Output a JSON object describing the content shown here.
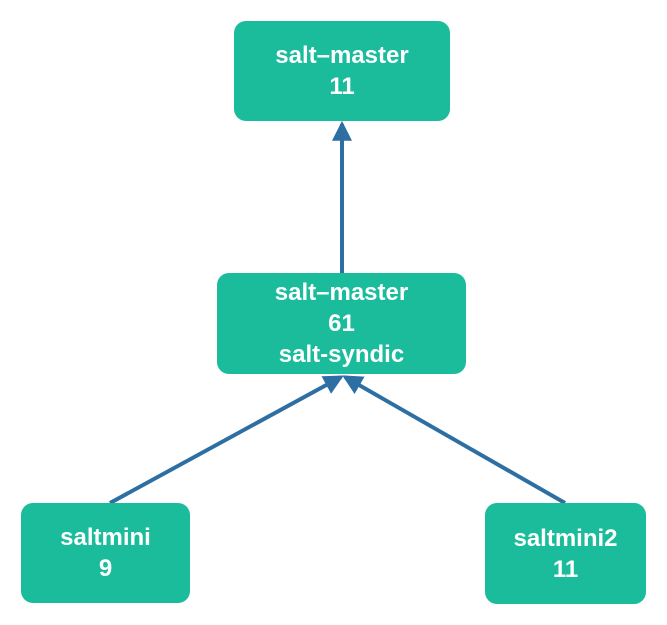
{
  "colors": {
    "node_fill": "#1abc9c",
    "node_text": "#ffffff",
    "edge": "#2e6fa3"
  },
  "nodes": {
    "top": {
      "lines": [
        "salt–master",
        "11"
      ]
    },
    "middle": {
      "lines": [
        "salt–master",
        "61",
        "salt-syndic"
      ]
    },
    "left": {
      "lines": [
        "saltmini",
        "9"
      ]
    },
    "right": {
      "lines": [
        "saltmini2",
        "11"
      ]
    }
  },
  "edges": [
    {
      "from": "middle",
      "to": "top"
    },
    {
      "from": "left",
      "to": "middle"
    },
    {
      "from": "right",
      "to": "middle"
    }
  ]
}
